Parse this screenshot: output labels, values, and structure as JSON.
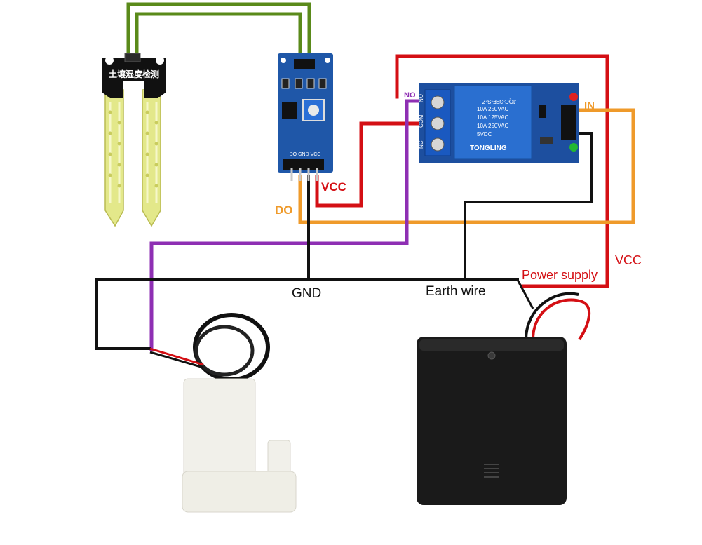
{
  "colors": {
    "wire_green": "#5a8a1a",
    "wire_red": "#d40f14",
    "wire_orange": "#ef9a2a",
    "wire_purple": "#8e2fb3",
    "wire_black": "#111111",
    "sensor_pcb_blue": "#1f57a8",
    "relay_body_blue": "#2a6fd0",
    "probe_yellow": "#e3e88a",
    "pump_white": "#f1f0ea",
    "battery_black": "#1a1a1a"
  },
  "probe": {
    "label": "土壤湿度检测"
  },
  "sensor_module": {
    "pin_labels": "DO GND VCC"
  },
  "relay": {
    "brand": "TONGLING",
    "model": "JQC-3FF-S-Z",
    "ratings": [
      "10A 250VAC",
      "10A 125VAC",
      "10A 250VAC",
      "5VDC"
    ],
    "terminals": [
      "NO",
      "COM",
      "NC"
    ]
  },
  "labels": {
    "no": "NO",
    "in": "IN",
    "vcc_sensor": "VCC",
    "do": "DO",
    "vcc_relay": "VCC",
    "power_supply": "Power supply",
    "gnd": "GND",
    "earth_wire": "Earth wire"
  }
}
